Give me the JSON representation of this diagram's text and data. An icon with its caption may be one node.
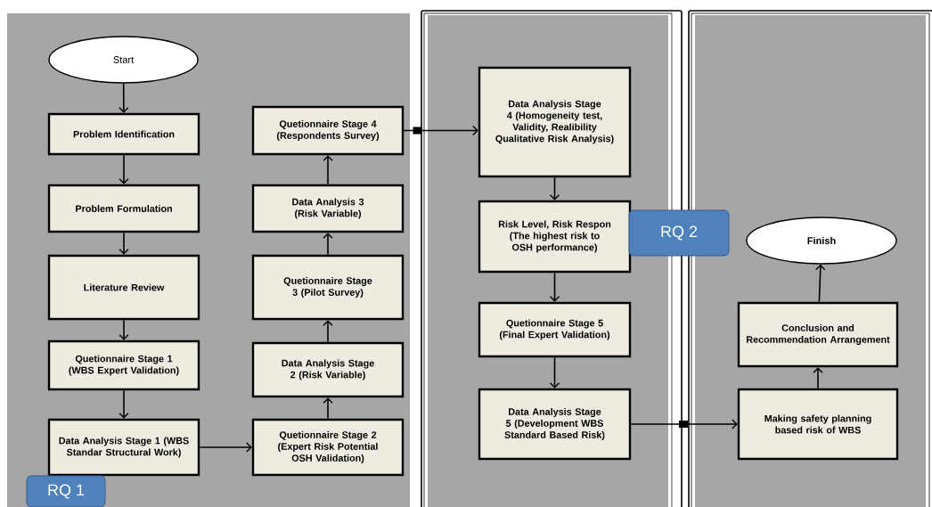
{
  "diagram": {
    "nodes": [
      {
        "text": [],
        "shape": "box"
      },
      {
        "text": [],
        "shape": "box"
      },
      {
        "text": [],
        "shape": "box"
      },
      {
        "text": [
          "Start"
        ],
        "in": 0
      },
      {
        "text": [
          "Problem Identification"
        ],
        "in": 0
      },
      {
        "text": [
          "Problem Formulation"
        ],
        "in": 0
      },
      {
        "text": [
          "Literature Review"
        ],
        "in": 0
      },
      {
        "text": [
          "Quetionnaire Stage 1 (WBS Expert Validation)"
        ],
        "in": 0
      },
      {
        "text": [
          "Data Analysis Stage 1 (WBS Standar Structural Work)"
        ],
        "in": 0
      },
      {
        "text": [
          "Quetionnaire Stage 2 (Expert Risk Potential OSH Validation)"
        ],
        "in": 0
      },
      {
        "text": [
          "Data Analysis Stage 2 (Risk Variable)"
        ],
        "in": 0
      },
      {
        "text": [
          "Quetionnaire Stage 3 (Pilot Survey)"
        ],
        "in": 0
      },
      {
        "text": [
          "Data Analysis 3 (Risk Variable)"
        ],
        "in": 0
      },
      {
        "text": [
          "Quetionnaire Stage 4 (Respondents Survey)"
        ],
        "in": 0
      },
      {
        "text": [
          "Data Analysis Stage 4 (Homogeneity test, Validity, Realibility Qualitative Risk Analysis)"
        ],
        "in": 1
      },
      {
        "text": [
          "Risk Level, Risk Respon (The highest risk to OSH performance)"
        ],
        "in": 1
      },
      {
        "text": [
          "Quetionnaire Stage 5 (Final Expert Validation)"
        ],
        "in": 1
      },
      {
        "text": [
          "Data Analysis Stage 5 (Development WBS Standard Based Risk)"
        ],
        "in": 1
      },
      {
        "text": [
          "Making safety planning based risk of WBS"
        ],
        "in": 2
      },
      {
        "text": [
          "Conclusion and Recommendation Arrangement"
        ],
        "in": 2
      },
      {
        "text": [
          "Finish"
        ],
        "in": 2
      },
      {
        "text": [
          "RQ 1"
        ],
        "in": 0
      },
      {
        "text": [
          "RQ 2"
        ]
      }
    ],
    "edges": [
      {
        "from": 3,
        "to": 4,
        "arrow": "to"
      },
      {
        "from": 4,
        "to": 5,
        "arrow": "to"
      },
      {
        "from": 5,
        "to": 6,
        "arrow": "to"
      },
      {
        "from": 6,
        "to": 7,
        "arrow": "to"
      },
      {
        "from": 7,
        "to": 8,
        "arrow": "to"
      },
      {
        "from": 8,
        "to": 9,
        "arrow": "to"
      },
      {
        "from": 9,
        "to": 10,
        "arrow": "to"
      },
      {
        "from": 10,
        "to": 11,
        "arrow": "to"
      },
      {
        "from": 11,
        "to": 12,
        "arrow": "to"
      },
      {
        "from": 12,
        "to": 13,
        "arrow": "to"
      },
      {
        "from": 13,
        "to": 14,
        "arrow": "to"
      },
      {
        "from": 14,
        "to": 15,
        "arrow": "to"
      },
      {
        "from": 15,
        "to": 16,
        "arrow": "to"
      },
      {
        "from": 16,
        "to": 17,
        "arrow": "to"
      },
      {
        "from": 17,
        "to": 18,
        "arrow": "to"
      },
      {
        "from": 18,
        "to": 19,
        "arrow": "to"
      },
      {
        "from": 19,
        "to": 20,
        "arrow": "to"
      }
    ]
  }
}
